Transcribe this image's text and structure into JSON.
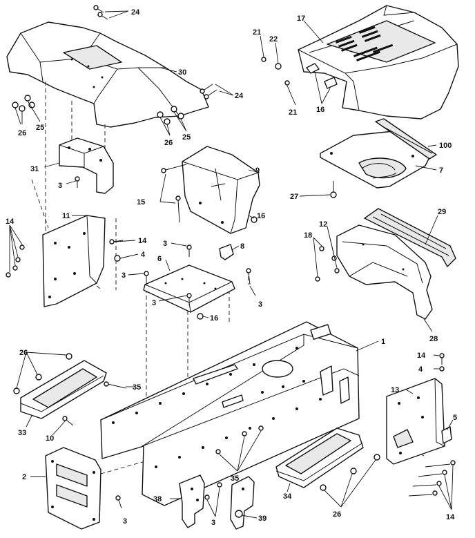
{
  "callouts": [
    {
      "id": "c24a",
      "text": "24"
    },
    {
      "id": "c30",
      "text": "30"
    },
    {
      "id": "c24b",
      "text": "24"
    },
    {
      "id": "c26a",
      "text": "26"
    },
    {
      "id": "c25a",
      "text": "25"
    },
    {
      "id": "c26b",
      "text": "26"
    },
    {
      "id": "c25b",
      "text": "25"
    },
    {
      "id": "c31",
      "text": "31"
    },
    {
      "id": "c3a",
      "text": "3"
    },
    {
      "id": "c21a",
      "text": "21"
    },
    {
      "id": "c22",
      "text": "22"
    },
    {
      "id": "c17",
      "text": "17"
    },
    {
      "id": "c21b",
      "text": "21"
    },
    {
      "id": "c16a",
      "text": "16"
    },
    {
      "id": "c100",
      "text": "100"
    },
    {
      "id": "c7",
      "text": "7"
    },
    {
      "id": "c27",
      "text": "27"
    },
    {
      "id": "c15",
      "text": "15"
    },
    {
      "id": "c9",
      "text": "9"
    },
    {
      "id": "c16b",
      "text": "16"
    },
    {
      "id": "c11",
      "text": "11"
    },
    {
      "id": "c14a",
      "text": "14"
    },
    {
      "id": "c14b",
      "text": "14"
    },
    {
      "id": "c4a",
      "text": "4"
    },
    {
      "id": "c3b",
      "text": "3"
    },
    {
      "id": "c8",
      "text": "8"
    },
    {
      "id": "c6",
      "text": "6"
    },
    {
      "id": "c3c",
      "text": "3"
    },
    {
      "id": "c3d",
      "text": "3"
    },
    {
      "id": "c3e",
      "text": "3"
    },
    {
      "id": "c16c",
      "text": "16"
    },
    {
      "id": "c29",
      "text": "29"
    },
    {
      "id": "c12",
      "text": "12"
    },
    {
      "id": "c18",
      "text": "18"
    },
    {
      "id": "c28",
      "text": "28"
    },
    {
      "id": "c1",
      "text": "1"
    },
    {
      "id": "c26c",
      "text": "26"
    },
    {
      "id": "c35a",
      "text": "35"
    },
    {
      "id": "c33",
      "text": "33"
    },
    {
      "id": "c10",
      "text": "10"
    },
    {
      "id": "c14c",
      "text": "14"
    },
    {
      "id": "c4b",
      "text": "4"
    },
    {
      "id": "c13",
      "text": "13"
    },
    {
      "id": "c5",
      "text": "5"
    },
    {
      "id": "c2",
      "text": "2"
    },
    {
      "id": "c3f",
      "text": "3"
    },
    {
      "id": "c38",
      "text": "38"
    },
    {
      "id": "c3g",
      "text": "3"
    },
    {
      "id": "c35b",
      "text": "35"
    },
    {
      "id": "c39",
      "text": "39"
    },
    {
      "id": "c34",
      "text": "34"
    },
    {
      "id": "c26d",
      "text": "26"
    },
    {
      "id": "c14d",
      "text": "14"
    }
  ]
}
